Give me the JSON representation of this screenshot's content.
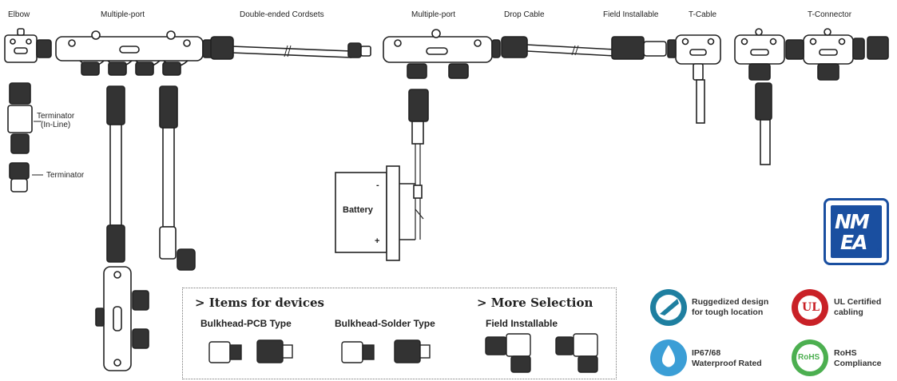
{
  "labels": {
    "elbow": "Elbow",
    "multiport_left": "Multiple-port",
    "double_ended": "Double-ended Cordsets",
    "multiport_mid": "Multiple-port",
    "drop_cable": "Drop Cable",
    "field_installable_top": "Field Installable",
    "t_cable": "T-Cable",
    "t_connector": "T-Connector",
    "terminator_inline": "Terminator\n(In-Line)",
    "terminator": "Terminator",
    "battery": "Battery",
    "batt_minus": "-",
    "batt_plus": "+"
  },
  "devices": {
    "items_title": "> Items for devices",
    "more_title": "> More Selection",
    "pcb_type": "Bulkhead-PCB Type",
    "solder_type": "Bulkhead-Solder Type",
    "field_installable": "Field Installable"
  },
  "badges": {
    "rugged": "Ruggedized design\nfor tough location",
    "ul": "UL Certified\ncabling",
    "ip": "IP67/68\nWaterproof Rated",
    "rohs": "RoHS\nCompliance",
    "ul_mark": "UL",
    "rohs_mark": "RoHS"
  },
  "logo": {
    "line1": "NM",
    "line2": "EA",
    "mark": "®"
  },
  "colors": {
    "ink": "#222222",
    "rugged": "#1e7fa0",
    "ul": "#c92127",
    "ip": "#3b9ed6",
    "rohs": "#4caf50",
    "nmea": "#1a4fa0"
  }
}
